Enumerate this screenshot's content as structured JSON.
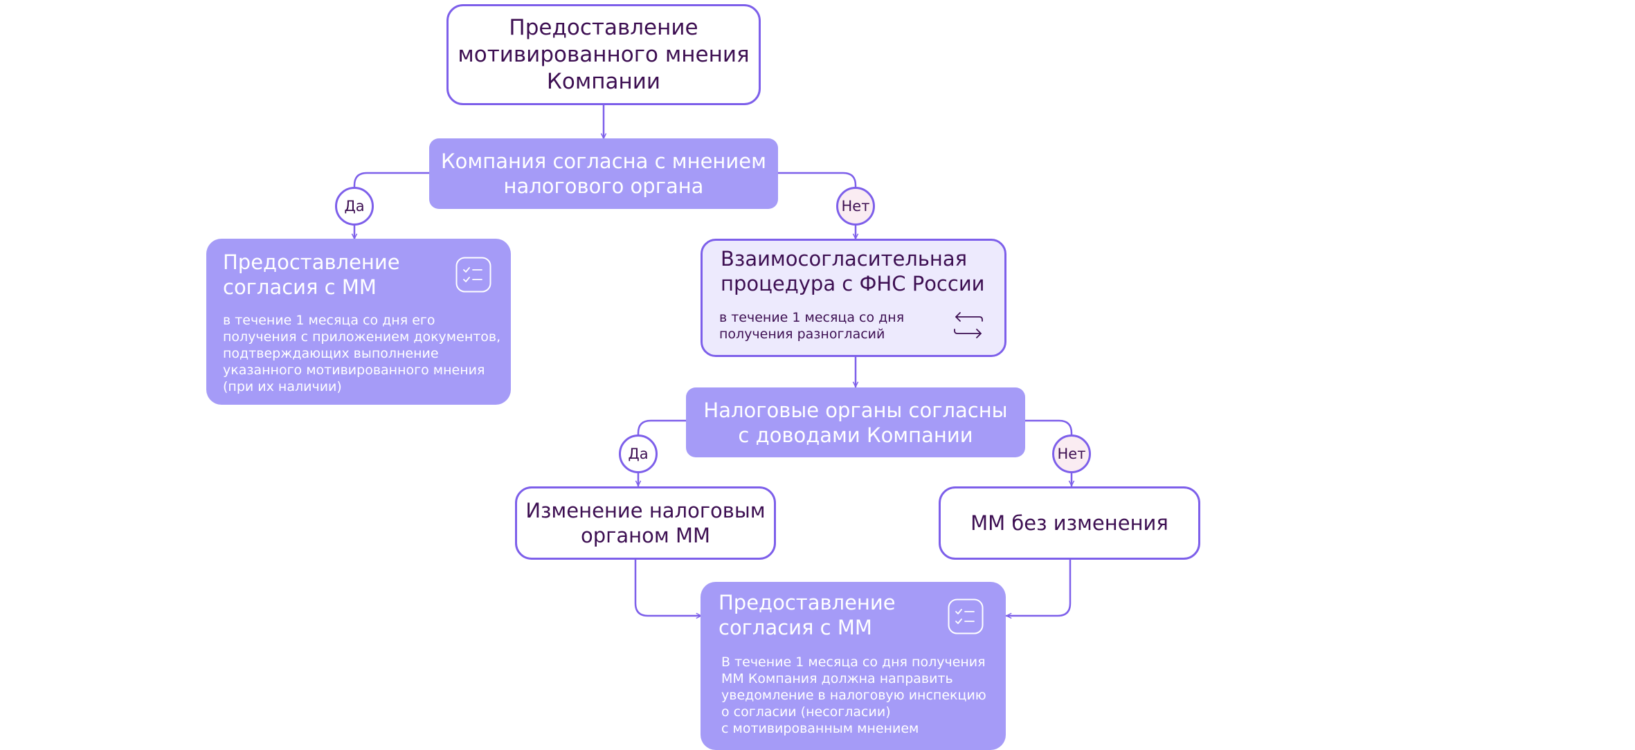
{
  "nodes": {
    "start": "Предоставление\nмотивированного мнения\nКомпании",
    "decision1": "Компания согласна с мнением\nналогового органа",
    "agree1": {
      "title": "Предоставление\nсогласия с ММ",
      "text": "в течение 1 месяца со дня его\nполучения с приложением документов,\nподтверждающих выполнение\nуказанного мотивированного мнения\n(при их наличии)"
    },
    "mutual": {
      "title": "Взаимосогласительная\nпроцедура с ФНС России",
      "text": "в течение 1 месяца со дня\nполучения разногласий"
    },
    "decision2": "Налоговые органы согласны\nс доводами Компании",
    "change": "Изменение налоговым\nорганом ММ",
    "nochange": "ММ без изменения",
    "agree2": {
      "title": "Предоставление\nсогласия с ММ",
      "text": "В течение 1 месяца со дня  получения\nММ Компания должна направить\nуведомление в налоговую инспекцию\nо согласии (несогласии)\nс мотивированным мнением"
    }
  },
  "labels": {
    "yes": "Да",
    "no": "Нет"
  },
  "icons": {
    "checklist": "checklist-icon",
    "exchange": "exchange-arrows-icon"
  },
  "colors": {
    "stroke": "#7d5fea",
    "fill_primary": "#a59bf7",
    "fill_light": "#edeafd",
    "no_tag_fill": "#faecf2",
    "text_dark": "#3d0f52",
    "text_light": "#ffffff"
  }
}
